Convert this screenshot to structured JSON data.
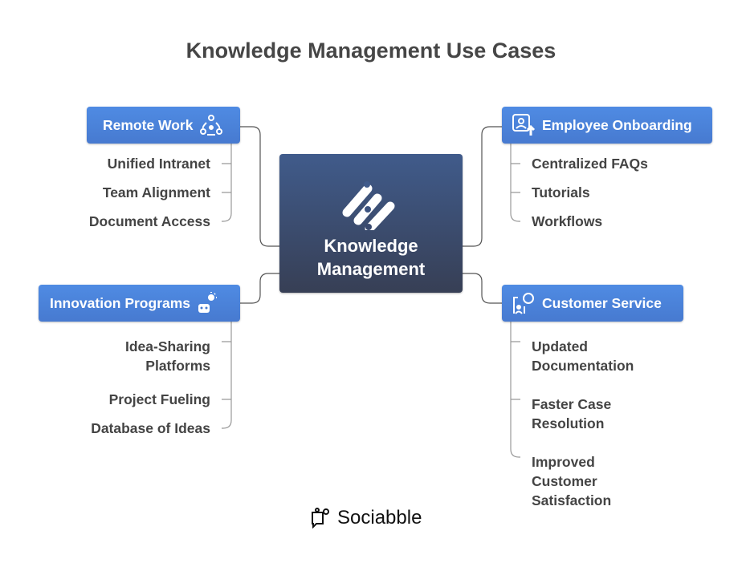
{
  "title": "Knowledge Management Use Cases",
  "center": {
    "line1": "Knowledge",
    "line2": "Management",
    "icon": "knowledge-sliders-icon"
  },
  "categories": [
    {
      "label": "Remote Work",
      "icon": "network-people-icon",
      "items": [
        "Unified Intranet",
        "Team Alignment",
        "Document Access"
      ]
    },
    {
      "label": "Innovation Programs",
      "icon": "robot-lightbulb-icon",
      "items": [
        "Idea-Sharing Platforms",
        "Project Fueling",
        "Database of Ideas"
      ]
    },
    {
      "label": "Employee Onboarding",
      "icon": "user-upload-icon",
      "items": [
        "Centralized FAQs",
        "Tutorials",
        "Workflows"
      ]
    },
    {
      "label": "Customer Service",
      "icon": "chat-support-icon",
      "items": [
        "Updated Documentation",
        "Faster Case Resolution",
        "Improved Customer Satisfaction"
      ]
    }
  ],
  "logo": "Sociabble",
  "colors": {
    "category": "#4a84dc",
    "center_top": "#405b8b",
    "center_bottom": "#373f55"
  }
}
